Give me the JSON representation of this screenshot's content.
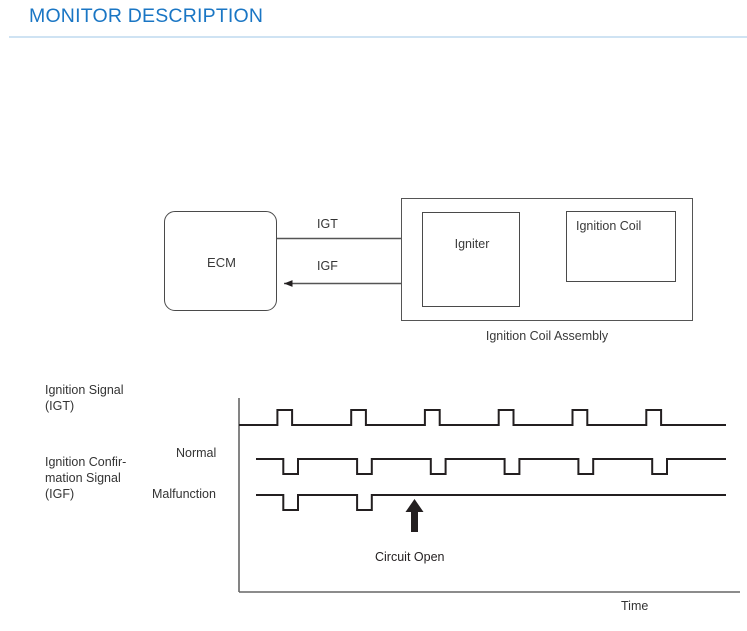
{
  "header": {
    "title": "MONITOR DESCRIPTION",
    "accent_color": "#1a76c4",
    "rule_color": "#cfe3f3"
  },
  "block_diagram": {
    "ecm": {
      "label": "ECM"
    },
    "igniter": {
      "label": "Igniter"
    },
    "ignition_coil": {
      "label": "Ignition Coil"
    },
    "assembly": {
      "label": "Ignition Coil Assembly"
    },
    "signals": [
      {
        "name": "IGT",
        "direction": "ecm-to-igniter"
      },
      {
        "name": "IGF",
        "direction": "igniter-to-ecm"
      }
    ]
  },
  "waveform": {
    "igt_signal_label": "Ignition Signal\n(IGT)",
    "igt_signal_line1": "Ignition Signal",
    "igt_signal_line2": "(IGT)",
    "igf_signal_line1": "Ignition Confir-",
    "igf_signal_line2": "mation Signal",
    "igf_signal_line3": "(IGF)",
    "normal_label": "Normal",
    "malfunction_label": "Malfunction",
    "annotation_label": "Circuit Open",
    "xaxis_label": "Time"
  },
  "chart_data": {
    "type": "line",
    "title": "Ignition Signal Timing Diagram",
    "xlabel": "Time",
    "ylabel": "",
    "grid": false,
    "legend": "left-labels",
    "trace_color": "#231f20",
    "axis_color": "#666666",
    "x_range": [
      0,
      6.6
    ],
    "pulse_period": 1.0,
    "pulse_width": 0.2,
    "series": [
      {
        "name": "Ignition Signal (IGT)",
        "row": "Normal",
        "polarity": "positive",
        "baseline": "low",
        "pulse_count": 6,
        "pulse_start_times": [
          0.52,
          1.52,
          2.52,
          3.52,
          4.52,
          5.52
        ],
        "values": [
          0,
          1,
          0,
          1,
          0,
          1,
          0,
          1,
          0,
          1,
          0,
          1,
          0
        ]
      },
      {
        "name": "Ignition Confirmation Signal (IGF) - Normal",
        "row": "Normal",
        "polarity": "negative",
        "baseline": "high",
        "pulse_count": 6,
        "pulse_start_times": [
          0.6,
          1.6,
          2.6,
          3.6,
          4.6,
          5.6
        ],
        "values": [
          1,
          0,
          1,
          0,
          1,
          0,
          1,
          0,
          1,
          0,
          1,
          0,
          1
        ]
      },
      {
        "name": "Ignition Confirmation Signal (IGF) - Malfunction",
        "row": "Malfunction",
        "polarity": "negative",
        "baseline": "high",
        "pulse_count": 2,
        "pulse_start_times": [
          0.6,
          1.6
        ],
        "values": [
          1,
          0,
          1,
          0,
          1,
          1,
          1,
          1,
          1,
          1,
          1,
          1,
          1
        ]
      }
    ],
    "annotations": [
      {
        "text": "Circuit Open",
        "x": 1.9,
        "target_series": "Ignition Confirmation Signal (IGF) - Malfunction",
        "arrow": "up"
      }
    ]
  }
}
